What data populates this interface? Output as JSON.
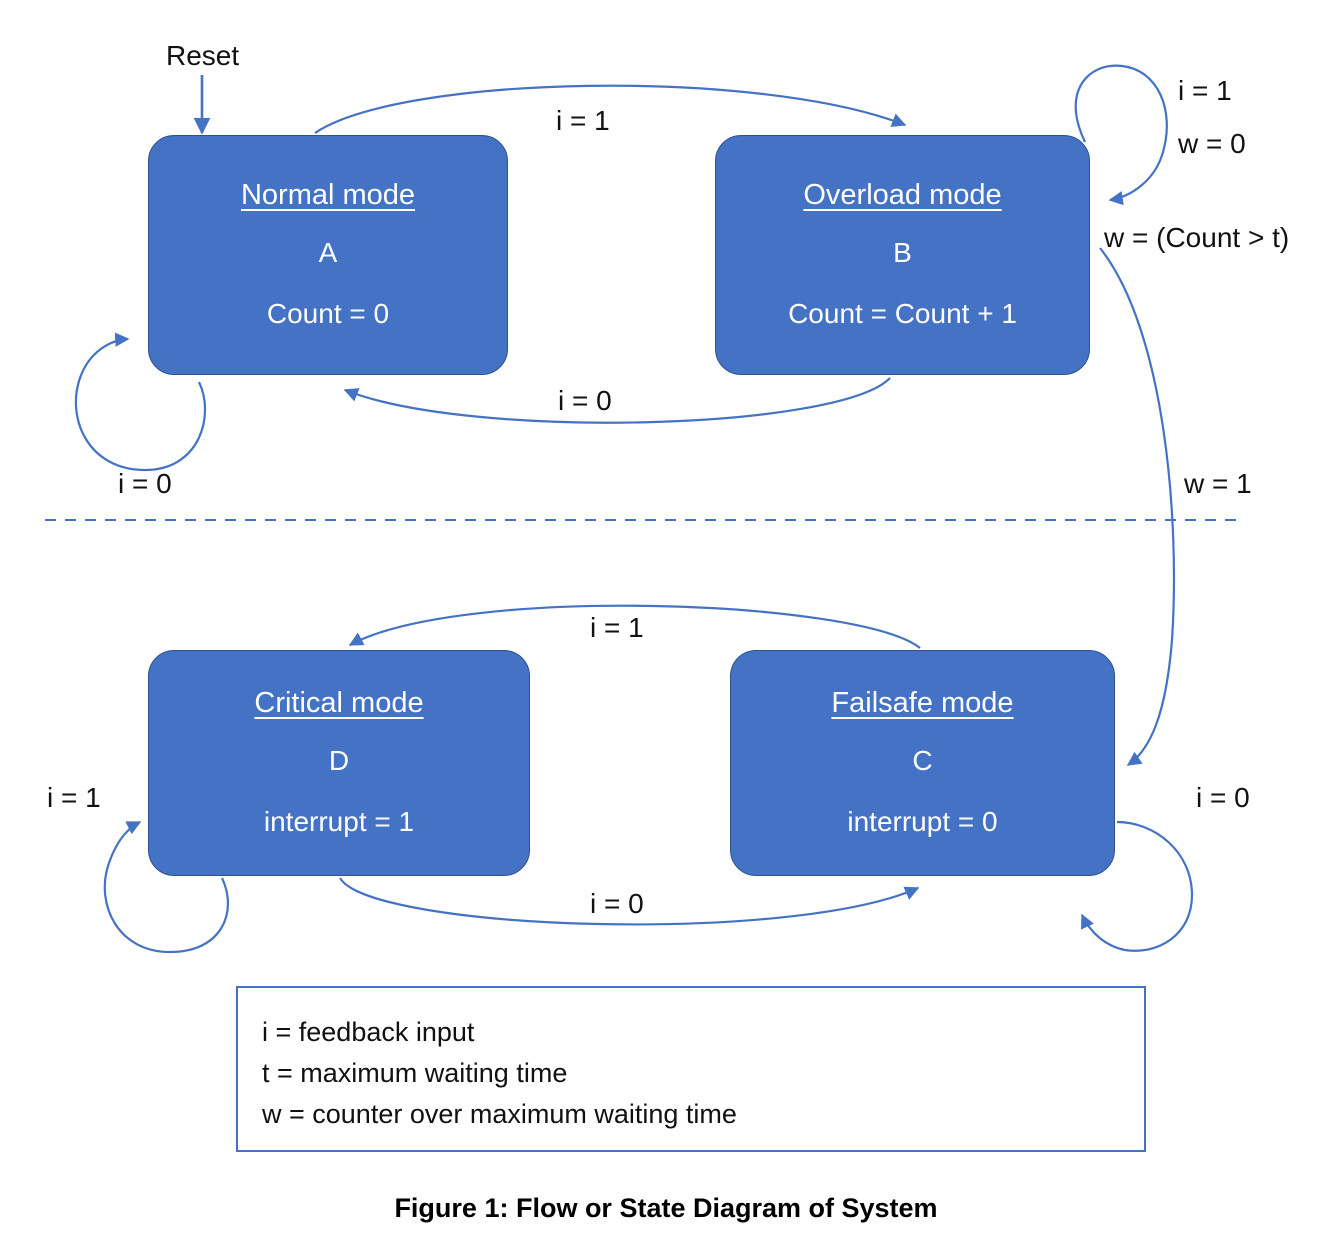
{
  "figure": {
    "caption": "Figure 1: Flow or State Diagram of System"
  },
  "colors": {
    "state_fill": "#4472C4",
    "state_border": "#2F528F",
    "edge": "#4472C4",
    "label_text": "#111111",
    "legend_border": "#4472C4",
    "background": "#ffffff"
  },
  "states": [
    {
      "id": "A",
      "title": "Normal mode",
      "letter": "A",
      "action": "Count = 0"
    },
    {
      "id": "B",
      "title": "Overload mode",
      "letter": "B",
      "action": "Count = Count + 1"
    },
    {
      "id": "D",
      "title": "Critical mode",
      "letter": "D",
      "action": "interrupt = 1"
    },
    {
      "id": "C",
      "title": "Failsafe mode",
      "letter": "C",
      "action": "interrupt = 0"
    }
  ],
  "edges": [
    {
      "name": "reset-entry",
      "from": "",
      "to": "A",
      "label": "Reset"
    },
    {
      "name": "a-to-b",
      "from": "A",
      "to": "B",
      "label": "i = 1"
    },
    {
      "name": "b-to-a",
      "from": "B",
      "to": "A",
      "label": "i = 0"
    },
    {
      "name": "a-self",
      "from": "A",
      "to": "A",
      "label": "i = 0"
    },
    {
      "name": "b-self-i",
      "from": "B",
      "to": "B",
      "label": "i = 1"
    },
    {
      "name": "b-self-w",
      "from": "B",
      "to": "B",
      "label": "w = 0"
    },
    {
      "name": "b-condition",
      "from": "B",
      "to": "",
      "label": "w = (Count > t)"
    },
    {
      "name": "b-to-c",
      "from": "B",
      "to": "C",
      "label": "w = 1"
    },
    {
      "name": "c-to-d",
      "from": "C",
      "to": "D",
      "label": "i = 1"
    },
    {
      "name": "d-to-c",
      "from": "D",
      "to": "C",
      "label": "i = 0"
    },
    {
      "name": "d-self",
      "from": "D",
      "to": "D",
      "label": "i = 1"
    },
    {
      "name": "c-self",
      "from": "C",
      "to": "C",
      "label": "i = 0"
    }
  ],
  "legend": {
    "lines": [
      "i = feedback input",
      "t = maximum waiting time",
      "w = counter over maximum waiting time"
    ]
  }
}
